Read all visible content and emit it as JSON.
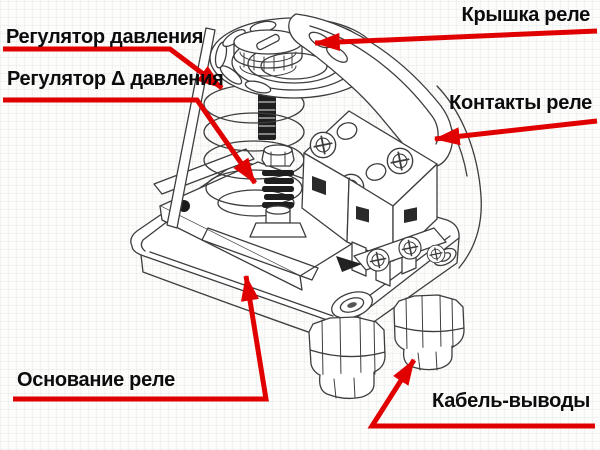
{
  "colors": {
    "annotation": "#e10000",
    "line_art": "#3d3d3d",
    "label_text": "#0c0c0c",
    "background": "#fcfcfa"
  },
  "labels": {
    "pressure_regulator": "Регулятор давления",
    "delta_pressure_regulator": "Регулятор Δ давления",
    "relay_cover": "Крышка реле",
    "relay_contacts": "Контакты реле",
    "relay_base": "Основание реле",
    "cable_outlets": "Кабель-выводы"
  }
}
